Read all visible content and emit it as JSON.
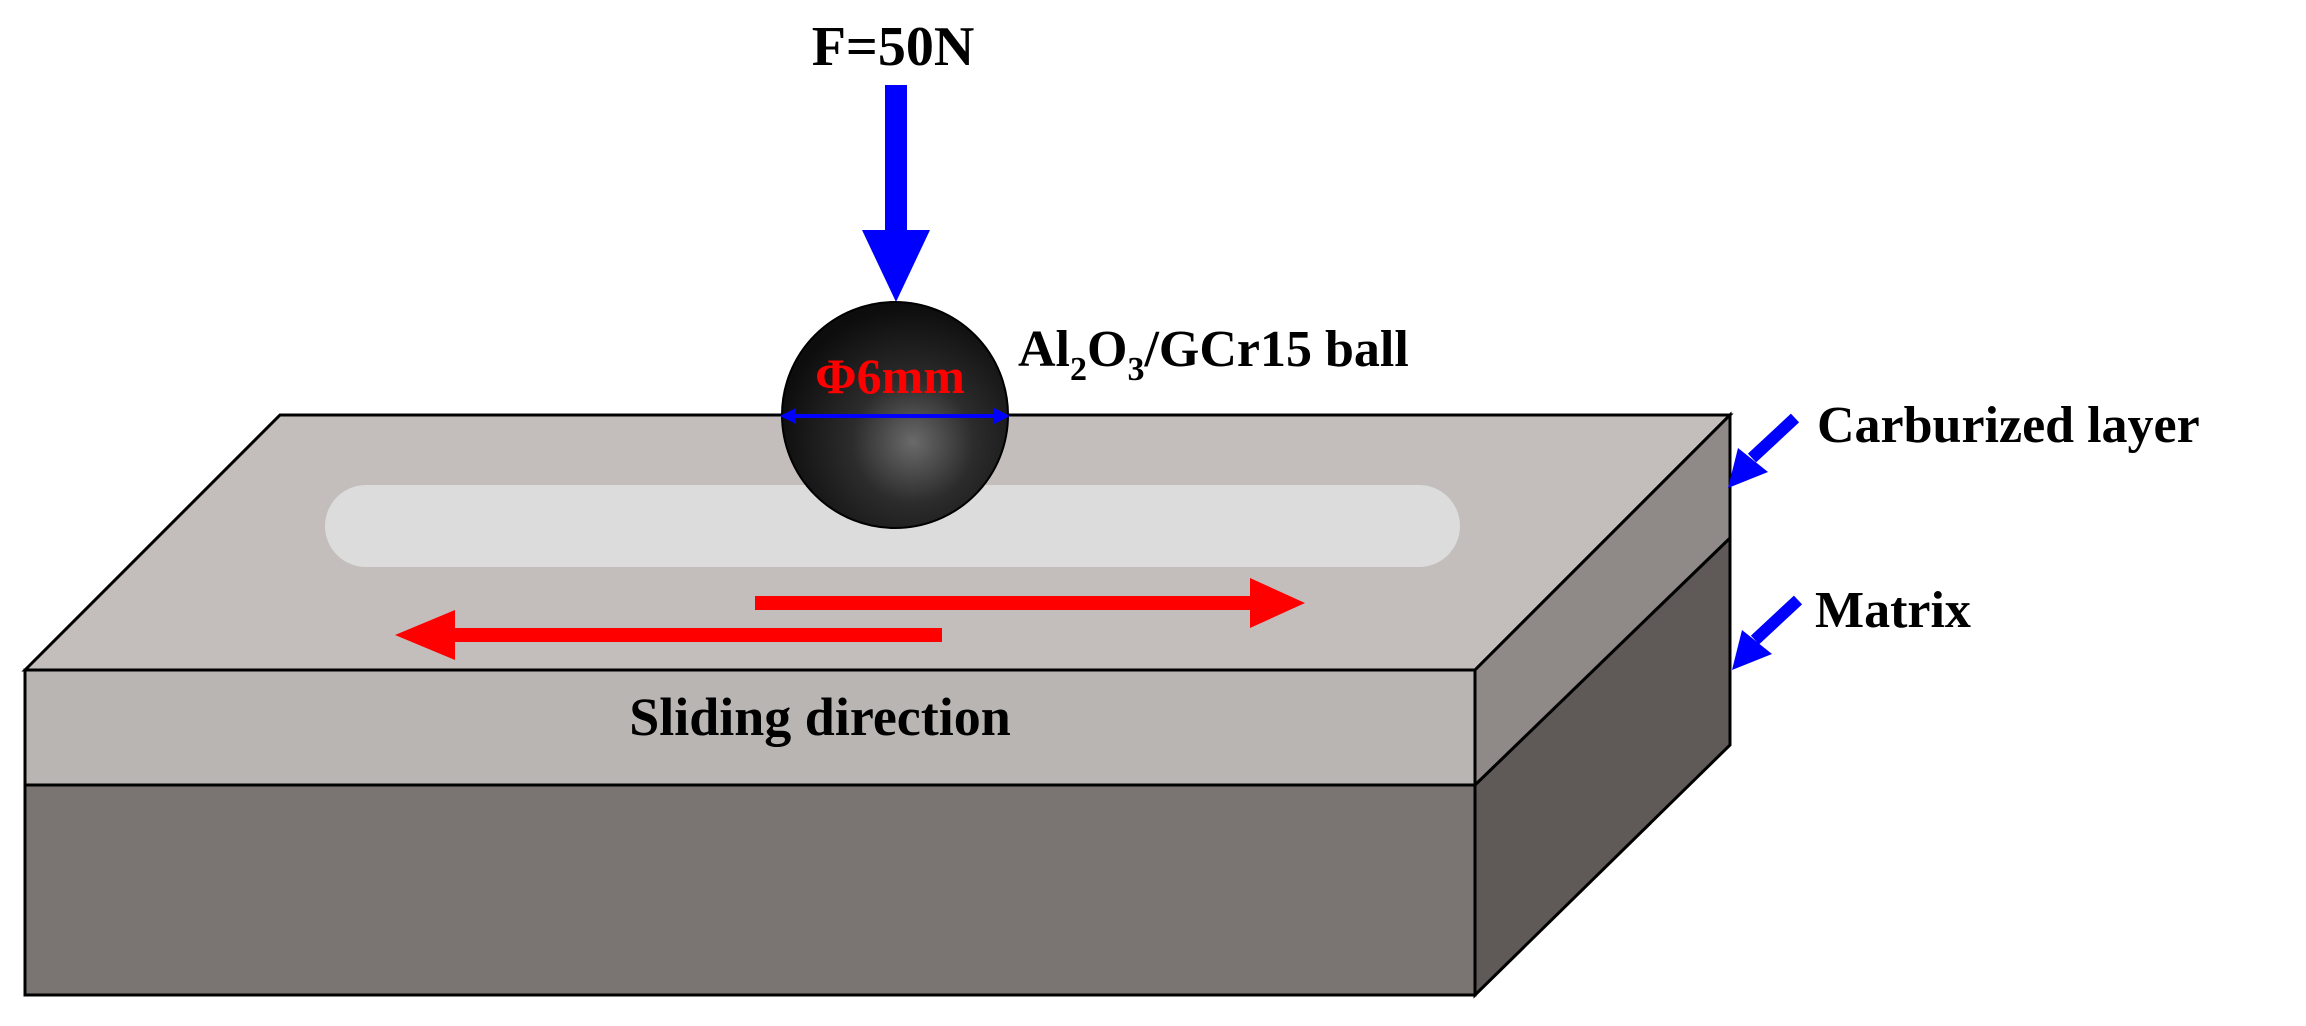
{
  "force_label": "F=50N",
  "diameter_label": "Φ6mm",
  "ball_label": {
    "prefix": "Al",
    "sub1": "2",
    "mid": "O",
    "sub2": "3",
    "suffix": "/GCr15 ball"
  },
  "carburized_layer_label": "Carburized layer",
  "matrix_label": "Matrix",
  "sliding_label": "Sliding direction",
  "colors": {
    "force_arrow": "#0000ff",
    "sliding_arrows": "#ff0000",
    "diameter_text": "#ff0000",
    "diameter_line": "#0000ff",
    "layer_top": "#c3bebb",
    "layer_front": "#b9b5b3",
    "layer_side": "#8f8a88",
    "matrix_front": "#7a7573",
    "matrix_side": "#5f5957",
    "wear_track": "#dcdcdc",
    "ball": "#1a1a1a"
  },
  "icons": [
    "force-arrow-icon",
    "layer-pointer-arrow-icon",
    "matrix-pointer-arrow-icon",
    "sliding-arrow-right-icon",
    "sliding-arrow-left-icon"
  ]
}
